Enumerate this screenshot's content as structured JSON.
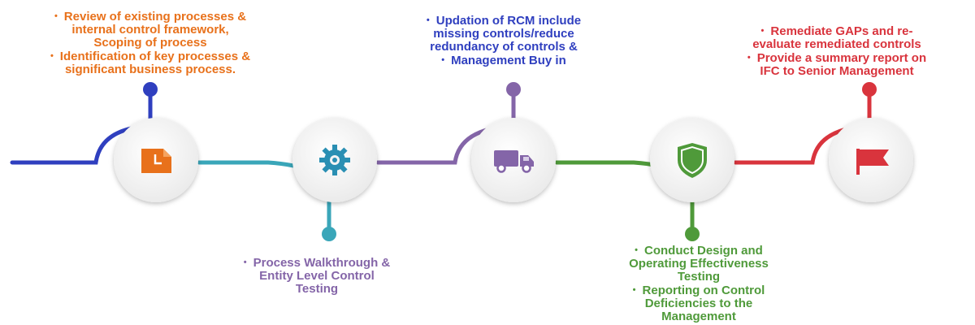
{
  "colors": {
    "step1": "#e8711b",
    "step2": "#3aa6b9",
    "step3": "#8465a8",
    "step4": "#4f9a3a",
    "step5": "#d9343d",
    "start_line": "#2f3fbf",
    "icon_bg": "#f4f4f4"
  },
  "steps": [
    {
      "icon": "document-icon",
      "text_color": "#e8711b",
      "items": [
        [
          "Review of existing processes &",
          "internal control framework,",
          "Scoping of process"
        ],
        [
          "Identification of key processes &",
          "significant business process."
        ]
      ]
    },
    {
      "icon": "gear-icon",
      "text_color": "#8465a8",
      "items": [
        [
          "Process Walkthrough &",
          "Entity Level Control",
          "Testing"
        ]
      ]
    },
    {
      "icon": "truck-icon",
      "text_color": "#2f3fbf",
      "items": [
        [
          "Updation of RCM include",
          "missing controls/reduce",
          "redundancy of controls &"
        ],
        [
          "Management Buy in"
        ]
      ]
    },
    {
      "icon": "shield-icon",
      "text_color": "#4f9a3a",
      "items": [
        [
          "Conduct Design and",
          "Operating Effectiveness",
          "Testing"
        ],
        [
          "Reporting on Control",
          "Deficiencies to the",
          "Management"
        ]
      ]
    },
    {
      "icon": "flag-icon",
      "text_color": "#d9343d",
      "items": [
        [
          "Remediate GAPs and re-",
          "evaluate remediated controls"
        ],
        [
          "Provide a summary report on",
          "IFC to Senior Management"
        ]
      ]
    }
  ]
}
